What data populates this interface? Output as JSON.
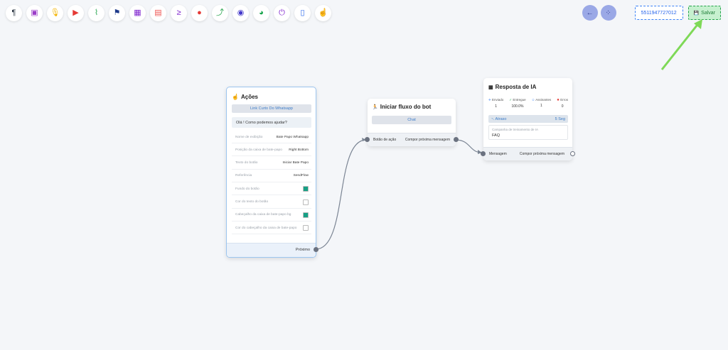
{
  "toolbar": {
    "tools": [
      {
        "name": "paragraph-tool",
        "icon": "¶",
        "color": "#1f2937"
      },
      {
        "name": "image-tool",
        "icon": "▣",
        "color": "#9b3dc8"
      },
      {
        "name": "audio-tool",
        "icon": "🎙",
        "color": "#f4b400"
      },
      {
        "name": "video-tool",
        "icon": "▶",
        "color": "#e53935"
      },
      {
        "name": "attachment-tool",
        "icon": "⌇",
        "color": "#22a34a"
      },
      {
        "name": "map-tool",
        "icon": "⚑",
        "color": "#1e3a8a"
      },
      {
        "name": "qrcode-tool",
        "icon": "▦",
        "color": "#7e22ce"
      },
      {
        "name": "card-tool",
        "icon": "▤",
        "color": "#ef5350"
      },
      {
        "name": "condition-tool",
        "icon": "≥",
        "color": "#7e22ce"
      },
      {
        "name": "drop-tool",
        "icon": "●",
        "color": "#e53935"
      },
      {
        "name": "chart-tool",
        "icon": "⤴",
        "color": "#22a34a"
      },
      {
        "name": "bot-tool",
        "icon": "◉",
        "color": "#4338ca"
      },
      {
        "name": "palette-tool",
        "icon": "◕",
        "color": "#16a34a"
      },
      {
        "name": "plug-tool",
        "icon": "⏻",
        "color": "#7e22ce"
      },
      {
        "name": "document-tool",
        "icon": "▯",
        "color": "#2563eb"
      },
      {
        "name": "pointer-tool",
        "icon": "☝",
        "color": "#e53935"
      }
    ]
  },
  "header": {
    "back_icon": "←",
    "grid_icon": "⁘",
    "phone": "5511947727012",
    "save_label": "Salvar",
    "save_icon": "💾"
  },
  "acoes": {
    "title": "Ações",
    "icon": "☝",
    "link_button": "Link Curto Do Whatsapp",
    "greeting": "Olá ! Como podemos ajudar?",
    "props": [
      {
        "label": "Nome de exibição",
        "value": "Bate Papo Whatsapp"
      },
      {
        "label": "Posição da caixa de bate-papo",
        "value": "Right Bottom"
      },
      {
        "label": "Texto do botão",
        "value": "Iniciar Bate Papo"
      },
      {
        "label": "Referência",
        "value": "SendFlow"
      },
      {
        "label": "Fundo do botão",
        "value": "",
        "swatch": "#16a085"
      },
      {
        "label": "Cor do texto do botão",
        "value": "",
        "swatch": "#ffffff"
      },
      {
        "label": "Cabeçalho da caixa de bate-papo bg",
        "value": "",
        "swatch": "#16a085"
      },
      {
        "label": "Cor do cabeçalho da caixa de bate-papo",
        "value": "",
        "swatch": "#ffffff"
      }
    ],
    "footer": "Próximo"
  },
  "iniciar": {
    "title": "Iniciar fluxo do bot",
    "icon": "🏃",
    "chat_button": "Chat",
    "left_label": "Botão de ação",
    "right_label": "Compor próxima mensagem"
  },
  "resposta": {
    "title": "Resposta de IA",
    "icon": "▦",
    "stats": [
      {
        "label": "Enviado",
        "value": "1",
        "icon": "✈",
        "color": "#3b82f6"
      },
      {
        "label": "Entregue",
        "value": "100.0%",
        "icon": "✓",
        "color": "#16a34a"
      },
      {
        "label": "Assinantes",
        "value": "1",
        "icon": "☺",
        "color": "#3b82f6"
      },
      {
        "label": "Erros",
        "value": "0",
        "icon": "✸",
        "color": "#e53935"
      }
    ],
    "delay_label": "Atraso",
    "delay_value": "5 Seg",
    "campaign_label": "Campanha de treinamento de IA",
    "campaign_value": "FAQ",
    "left_label": "Mensagem",
    "right_label": "Compor próxima mensagem"
  }
}
